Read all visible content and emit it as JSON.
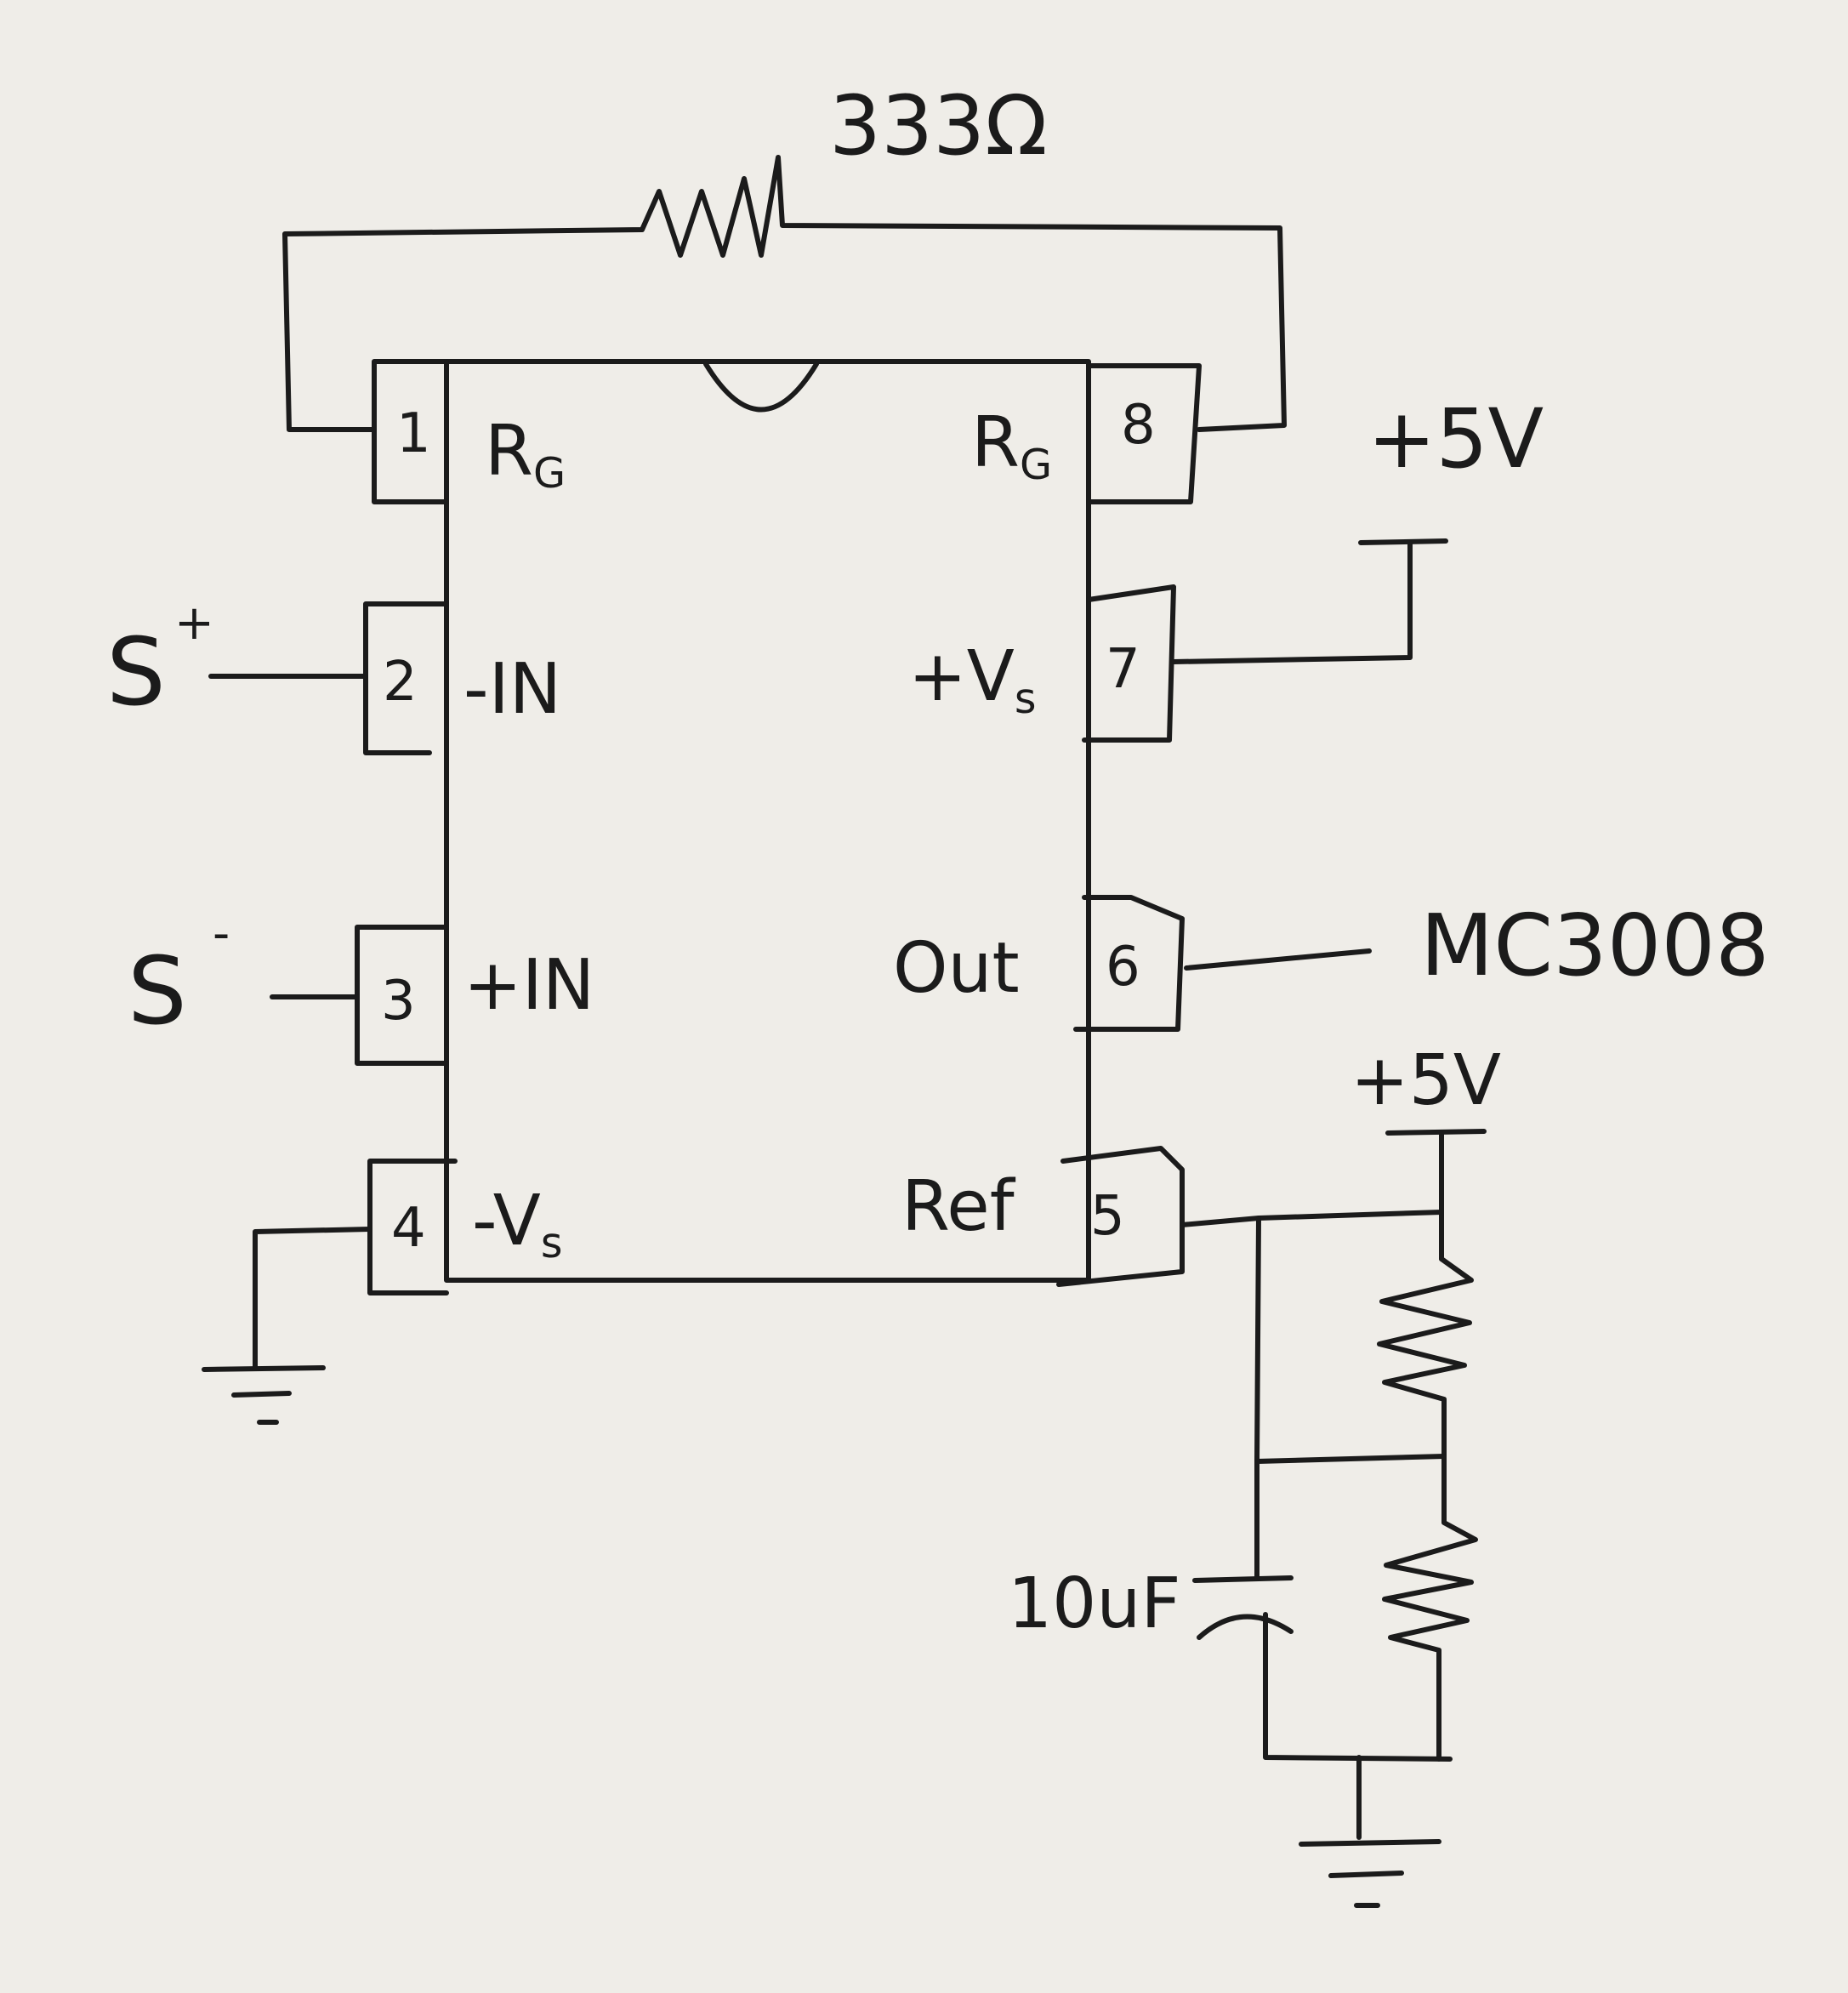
{
  "resistor_top": {
    "label": "333Ω"
  },
  "chip": {
    "pins": [
      {
        "number": "1",
        "label": "R",
        "sub": "G"
      },
      {
        "number": "2",
        "label": "-IN"
      },
      {
        "number": "3",
        "label": "+IN"
      },
      {
        "number": "4",
        "label": "-V",
        "sub": "s"
      },
      {
        "number": "5",
        "label": "Ref"
      },
      {
        "number": "6",
        "label": "Out"
      },
      {
        "number": "7",
        "label": "+V",
        "sub": "s"
      },
      {
        "number": "8",
        "label": "R",
        "sub": "G"
      }
    ]
  },
  "signals": {
    "s_plus": {
      "letter": "S",
      "sign": "+"
    },
    "s_minus": {
      "letter": "S",
      "sign": "-"
    }
  },
  "supply_top": "+5V",
  "supply_bottom": "+5V",
  "output_device": "MC3008",
  "capacitor": {
    "label": "10uF"
  }
}
